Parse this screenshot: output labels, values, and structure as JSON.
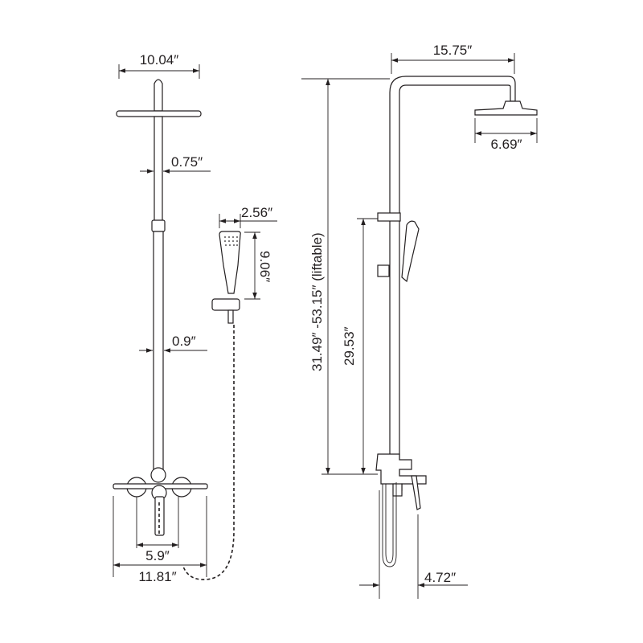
{
  "dimensions": {
    "left_head_width": "10.04″",
    "left_upper_pipe": "0.75″",
    "left_lower_pipe": "0.9″",
    "handheld_width": "2.56″",
    "handheld_length": "9.06″",
    "spout_center": "5.9″",
    "mixer_width": "11.81″",
    "arm_reach": "15.75″",
    "head_diameter": "6.69″",
    "total_height": "31.49″  -53.15″  (liftable)",
    "slide_height": "29.53″",
    "wall_depth": "4.72″"
  },
  "colors": {
    "line": "#231f20",
    "background": "#ffffff"
  }
}
